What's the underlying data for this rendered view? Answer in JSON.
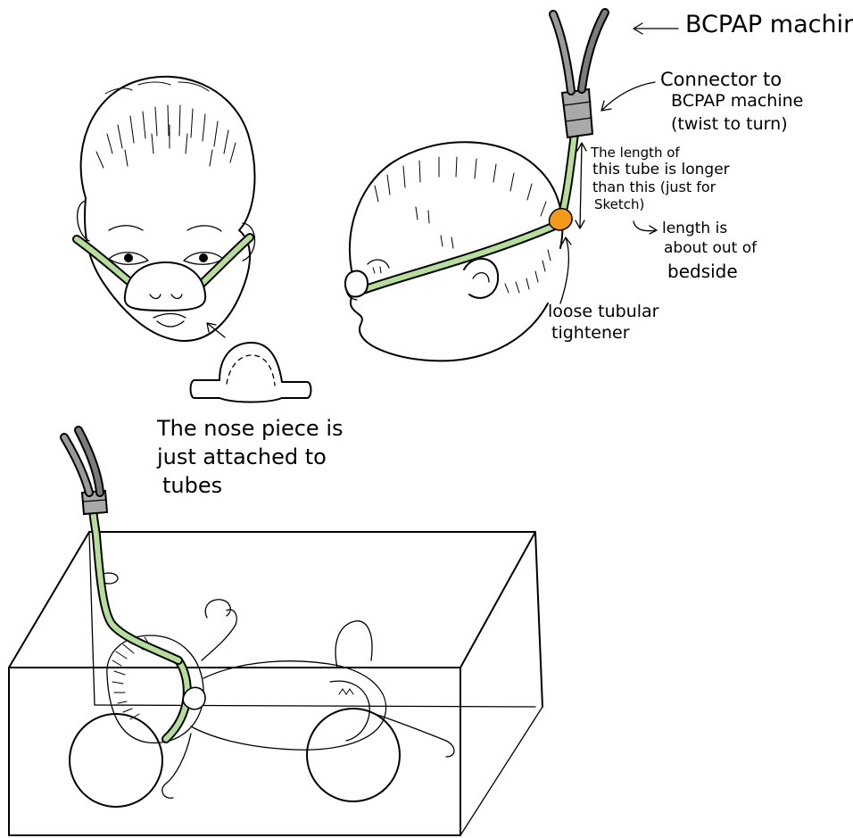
{
  "colors": {
    "tube_green": "#b7dd9c",
    "hose_grey": "#9a9a9a",
    "hose_dark": "#7b7b7b",
    "tightener_orange": "#f39a1a",
    "connector_grey": "#a9a9a9"
  },
  "labels": {
    "bcpap_machine": "BCPAP machine",
    "connector_line1": "Connector to",
    "connector_line2": "BCPAP machine",
    "connector_line3": "(twist to turn)",
    "length_line1": "The length of",
    "length_line2": "this tube is longer",
    "length_line3": "than this (just for",
    "length_line4": "Sketch)",
    "length2_line1": "length is",
    "length2_line2": "about out of",
    "length2_line3": "bedside",
    "tightener_line1": "loose tubular",
    "tightener_line2": "tightener",
    "nose_line1": "The nose piece is",
    "nose_line2": "just attached to",
    "nose_line3": "tubes"
  },
  "icons": {
    "front_face": "infant-face-front-icon",
    "side_head": "infant-head-side-icon",
    "nose_piece": "nasal-prong-icon",
    "connector": "tube-connector-icon",
    "tightener": "tube-tightener-icon",
    "crib": "crib-box-icon"
  }
}
